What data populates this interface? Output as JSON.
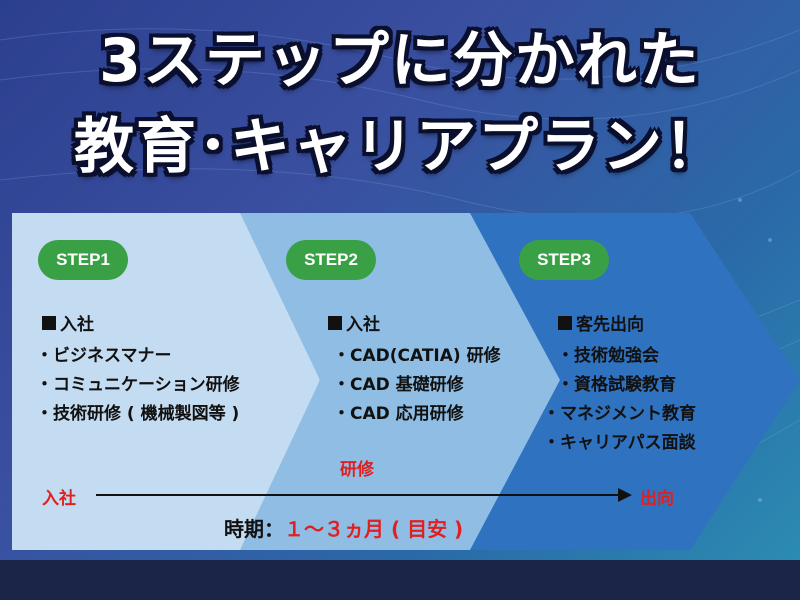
{
  "title": {
    "line1": "3ステップに分かれた",
    "line2": "教育･キャリアプラン！"
  },
  "steps": [
    {
      "label": "STEP1",
      "heading": "入社",
      "items": [
        "ビジネスマナー",
        "コミュニケーション研修",
        "技術研修 ( 機械製図等 )"
      ]
    },
    {
      "label": "STEP2",
      "heading": "入社",
      "items": [
        "CAD(CATIA) 研修",
        "CAD 基礎研修",
        "CAD 応用研修"
      ]
    },
    {
      "label": "STEP3",
      "heading": "客先出向",
      "items": [
        "技術勉強会",
        "資格試験教育",
        "マネジメント教育",
        "キャリアパス面談"
      ]
    }
  ],
  "training_label": "研修",
  "timeline": {
    "start": "入社",
    "end": "出向"
  },
  "period": {
    "label": "時期：",
    "value": "１～３ヵ月 ( 目安 )"
  },
  "colors": {
    "step1_fill": "#c4dcf1",
    "step2_fill": "#8fbde3",
    "step3_fill": "#2f72c0",
    "pill": "#3aa046",
    "accent_red": "#e02020",
    "bottom_band": "#1b2547"
  }
}
